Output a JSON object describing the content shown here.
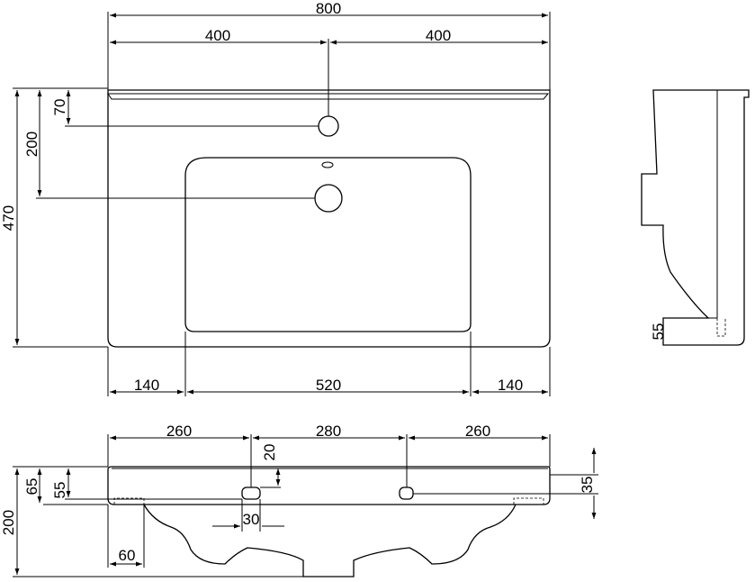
{
  "top_view": {
    "overall_width": "800",
    "half_left": "400",
    "half_right": "400",
    "tap_offset": "70",
    "drain_offset": "200",
    "overall_depth": "470",
    "margin_left": "140",
    "bowl_width": "520",
    "margin_right": "140"
  },
  "front_view": {
    "seg_left": "260",
    "seg_mid": "280",
    "seg_right": "260",
    "slot_depth": "20",
    "slot_width": "30",
    "total_height": "200",
    "rim_height": "65",
    "slot_height": "55",
    "hole_height": "35",
    "foot_width": "60"
  },
  "side_view": {
    "base_height": "55"
  }
}
